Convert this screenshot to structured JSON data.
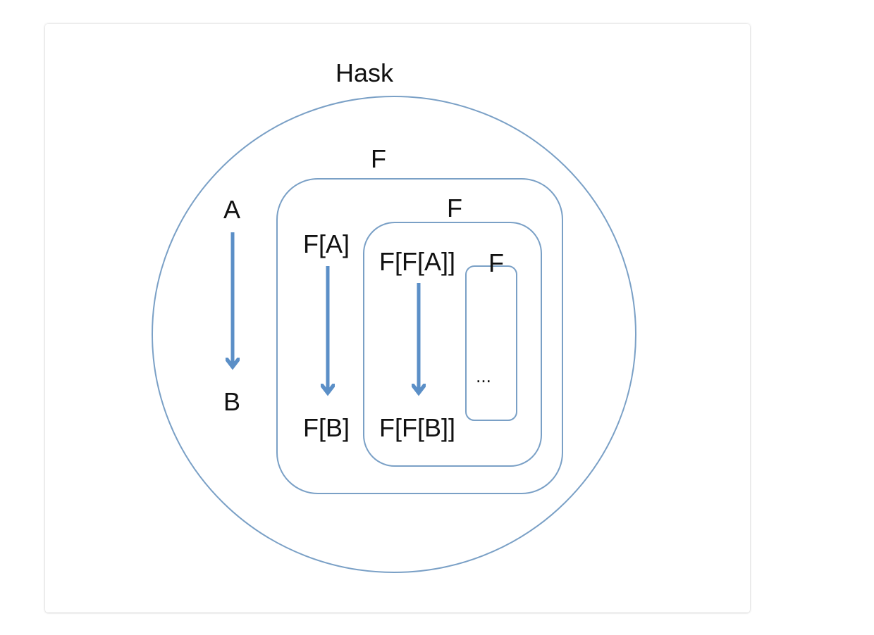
{
  "labels": {
    "hask": "Hask",
    "functor_outer": "F",
    "functor_middle": "F",
    "functor_inner": "F",
    "a": "A",
    "b": "B",
    "fa": "F[A]",
    "fb": "F[B]",
    "ffa": "F[F[A]]",
    "ffb": "F[F[B]]",
    "ellipsis": "..."
  },
  "colors": {
    "outline": "#7aa0c6",
    "arrow": "#5b8fc7",
    "text": "#111111"
  }
}
